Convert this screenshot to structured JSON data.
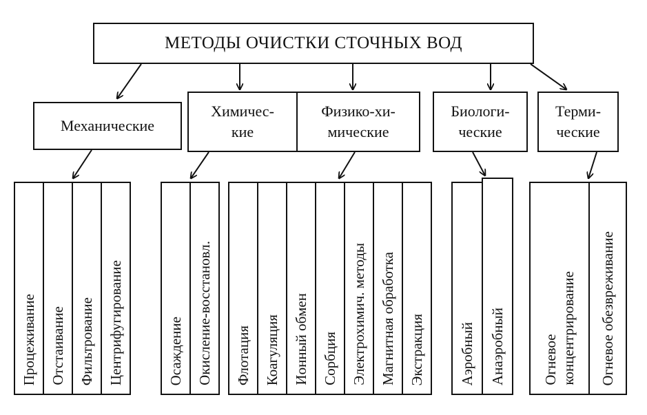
{
  "title": "МЕТОДЫ ОЧИСТКИ СТОЧНЫХ ВОД",
  "categories": [
    {
      "id": "mech",
      "label": "Механические"
    },
    {
      "id": "chem",
      "label": "Химичес-\nкие"
    },
    {
      "id": "physchem",
      "label": "Физико-хи-\nмические"
    },
    {
      "id": "bio",
      "label": "Биологи-\nческие"
    },
    {
      "id": "therm",
      "label": "Терми-\nческие"
    }
  ],
  "groups": [
    {
      "category": "mech",
      "items": [
        "Процеживание",
        "Отстаивание",
        "Фильтрование",
        "Центрифугирование"
      ]
    },
    {
      "category": "chem",
      "items": [
        "Осаждение",
        "Окисление-восстановл."
      ]
    },
    {
      "category": "physchem",
      "items": [
        "Флотация",
        "Коагуляция",
        "Ионный обмен",
        "Сорбция",
        "Электрохимич. методы",
        "Магнитная обработка",
        "Экстракция"
      ]
    },
    {
      "category": "bio",
      "items": [
        "Аэробный",
        "Анаэробный"
      ]
    },
    {
      "category": "therm",
      "items": [
        "Огневое\nконцентрирование",
        "Огневое обезвреживание"
      ]
    }
  ]
}
